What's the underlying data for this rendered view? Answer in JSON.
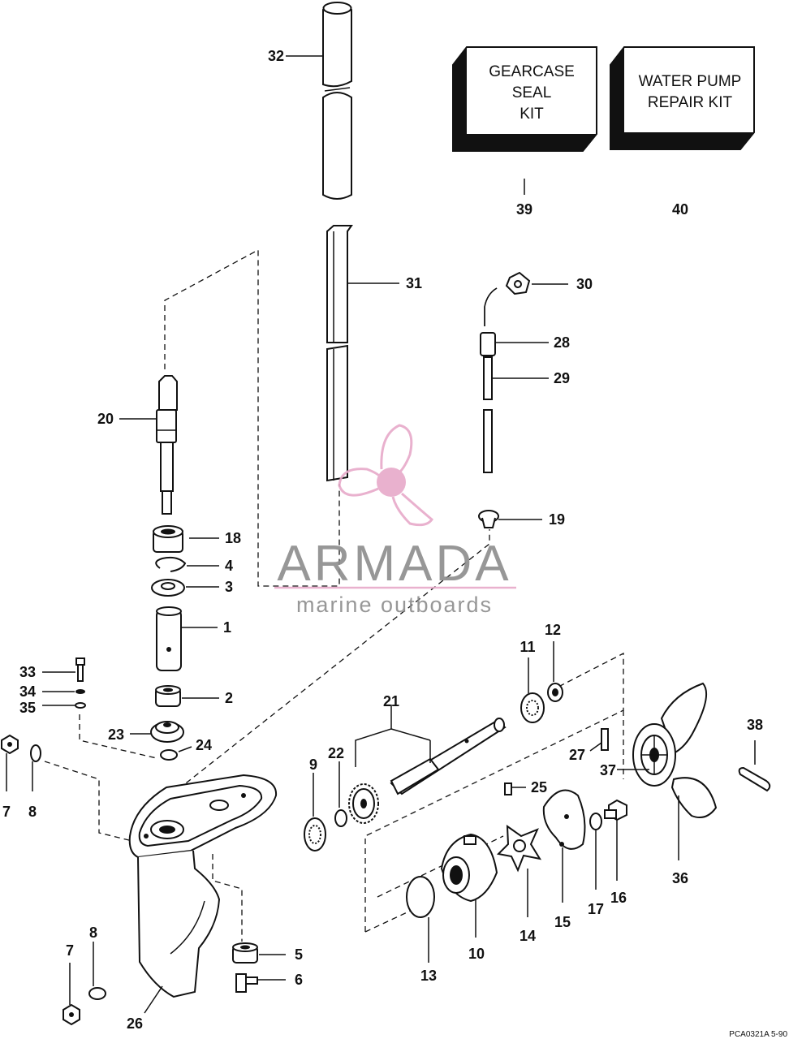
{
  "kits": [
    {
      "id": "gearcase-seal-kit",
      "lines": [
        "GEARCASE",
        "SEAL",
        "KIT"
      ],
      "number": "39"
    },
    {
      "id": "water-pump-repair-kit",
      "lines": [
        "WATER PUMP",
        "REPAIR KIT"
      ],
      "number": "40"
    }
  ],
  "watermark": {
    "brand": "ARMADA",
    "tagline": "marine outboards",
    "color": "#e7a9c9"
  },
  "drawing_code": "PCA0321A  5-90",
  "callouts": {
    "c1": "1",
    "c2": "2",
    "c3": "3",
    "c4": "4",
    "c5": "5",
    "c6": "6",
    "c7a": "7",
    "c7b": "7",
    "c8a": "8",
    "c8b": "8",
    "c9": "9",
    "c10": "10",
    "c11": "11",
    "c12": "12",
    "c13": "13",
    "c14": "14",
    "c15": "15",
    "c16": "16",
    "c17": "17",
    "c18": "18",
    "c19": "19",
    "c20": "20",
    "c21": "21",
    "c22": "22",
    "c23": "23",
    "c24": "24",
    "c25": "25",
    "c26": "26",
    "c27": "27",
    "c28": "28",
    "c29": "29",
    "c30": "30",
    "c31": "31",
    "c32": "32",
    "c33": "33",
    "c34": "34",
    "c35": "35",
    "c36": "36",
    "c37": "37",
    "c38": "38"
  }
}
